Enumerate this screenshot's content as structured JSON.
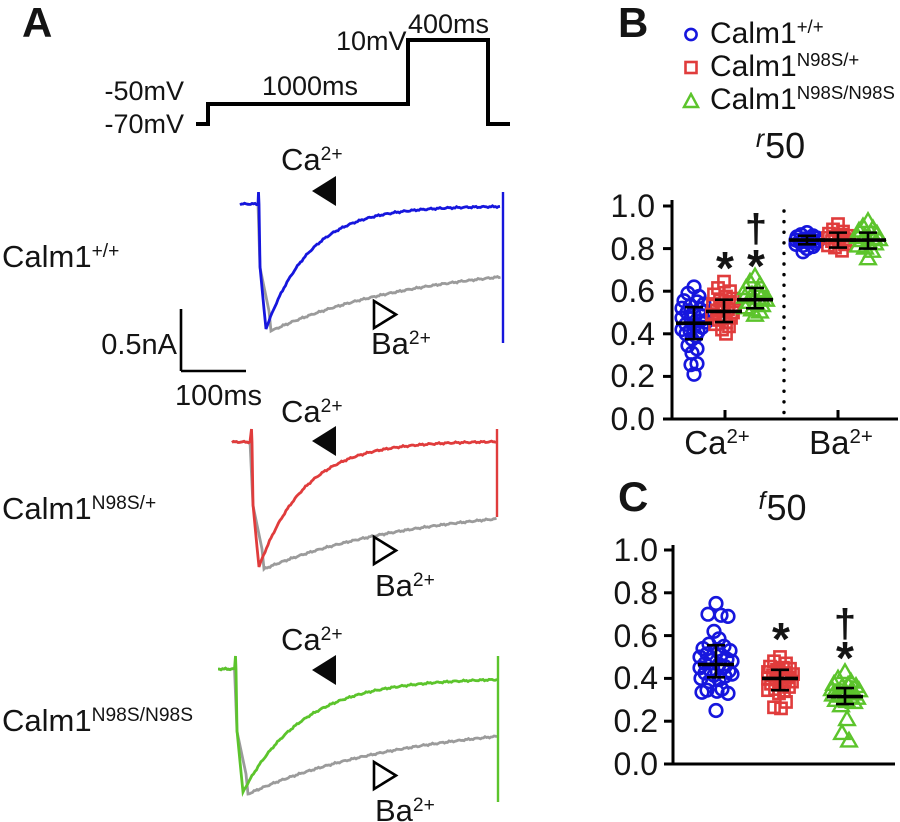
{
  "colors": {
    "blue": "#1616dd",
    "red": "#e03c3c",
    "green": "#5cc42c",
    "gray": "#9b9b9b",
    "black": "#000000"
  },
  "panels": {
    "A": {
      "letter": "A",
      "protocol": {
        "v_pre": "-50mV",
        "v_hold": "-70mV",
        "pre_duration": "1000ms",
        "v_test": "10mV",
        "test_duration": "400ms"
      },
      "scalebar": {
        "current": "0.5nA",
        "time": "100ms"
      },
      "ion_labels": {
        "ca_base": "Ca",
        "ca_sup": "2+",
        "ba_base": "Ba",
        "ba_sup": "2+"
      },
      "traces": [
        {
          "genotype_base": "Calm1",
          "genotype_sup": "+/+",
          "ca_color": "#1616dd",
          "ba_color": "#9b9b9b"
        },
        {
          "genotype_base": "Calm1",
          "genotype_sup": "N98S/+",
          "ca_color": "#e03c3c",
          "ba_color": "#9b9b9b"
        },
        {
          "genotype_base": "Calm1",
          "genotype_sup": "N98S/N98S",
          "ca_color": "#5cc42c",
          "ba_color": "#9b9b9b"
        }
      ]
    },
    "B": {
      "letter": "B",
      "legend": {
        "items": [
          {
            "base": "Calm1",
            "sup": "+/+",
            "marker": "circle",
            "color": "#1616dd"
          },
          {
            "base": "Calm1",
            "sup": "N98S/+",
            "marker": "square",
            "color": "#e03c3c"
          },
          {
            "base": "Calm1",
            "sup": "N98S/N98S",
            "marker": "triangle",
            "color": "#5cc42c"
          }
        ]
      }
    },
    "C": {
      "letter": "C"
    }
  },
  "chart_data": [
    {
      "id": "B",
      "type": "scatter",
      "title_sup": "r",
      "title_main": "50",
      "ylim": [
        0.0,
        1.0
      ],
      "yticks": [
        1.0,
        0.8,
        0.6,
        0.4,
        0.2,
        0.0
      ],
      "ytick_labels": [
        "1.0",
        "0.8",
        "0.6",
        "0.4",
        "0.2",
        "0.0"
      ],
      "categories": [
        "Ca2+",
        "Ba2+"
      ],
      "categories_display": [
        {
          "base": "Ca",
          "sup": "2+"
        },
        {
          "base": "Ba",
          "sup": "2+"
        }
      ],
      "separator": "dotted vertical line between Ca2+ and Ba2+",
      "legend_position": "above",
      "series": [
        {
          "name": "Calm1+/+",
          "group": "Ca2+",
          "marker": "circle",
          "color": "#1616dd",
          "mean": 0.45,
          "err_lo": 0.375,
          "err_hi": 0.525,
          "points": [
            [
              0,
              0.62
            ],
            [
              -6,
              0.59
            ],
            [
              5,
              0.575
            ],
            [
              -10,
              0.555
            ],
            [
              3,
              0.55
            ],
            [
              10,
              0.54
            ],
            [
              -4,
              0.53
            ],
            [
              -12,
              0.52
            ],
            [
              6,
              0.515
            ],
            [
              12,
              0.505
            ],
            [
              -7,
              0.5
            ],
            [
              0,
              0.49
            ],
            [
              8,
              0.485
            ],
            [
              -12,
              0.475
            ],
            [
              -3,
              0.47
            ],
            [
              6,
              0.46
            ],
            [
              12,
              0.455
            ],
            [
              -8,
              0.445
            ],
            [
              1,
              0.44
            ],
            [
              8,
              0.43
            ],
            [
              -12,
              0.42
            ],
            [
              -4,
              0.415
            ],
            [
              4,
              0.41
            ],
            [
              -8,
              0.4
            ],
            [
              2,
              0.39
            ],
            [
              -2,
              0.375
            ],
            [
              -6,
              0.345
            ],
            [
              3,
              0.33
            ],
            [
              -2,
              0.31
            ],
            [
              3,
              0.26
            ],
            [
              -3,
              0.255
            ],
            [
              0,
              0.21
            ]
          ]
        },
        {
          "name": "Calm1N98S/+",
          "group": "Ca2+",
          "marker": "square",
          "color": "#e03c3c",
          "mean": 0.505,
          "err_lo": 0.455,
          "err_hi": 0.56,
          "points": [
            [
              0,
              0.645
            ],
            [
              -6,
              0.615
            ],
            [
              6,
              0.6
            ],
            [
              -10,
              0.585
            ],
            [
              2,
              0.575
            ],
            [
              9,
              0.565
            ],
            [
              -4,
              0.555
            ],
            [
              5,
              0.55
            ],
            [
              -11,
              0.54
            ],
            [
              11,
              0.535
            ],
            [
              -2,
              0.525
            ],
            [
              4,
              0.515
            ],
            [
              -7,
              0.51
            ],
            [
              9,
              0.5
            ],
            [
              -12,
              0.49
            ],
            [
              0,
              0.485
            ],
            [
              7,
              0.475
            ],
            [
              -5,
              0.465
            ],
            [
              2,
              0.455
            ],
            [
              -9,
              0.445
            ],
            [
              5,
              0.435
            ],
            [
              -2,
              0.42
            ],
            [
              2,
              0.4
            ]
          ]
        },
        {
          "name": "Calm1N98S/N98S",
          "group": "Ca2+",
          "marker": "triangle",
          "color": "#5cc42c",
          "mean": 0.56,
          "err_lo": 0.52,
          "err_hi": 0.615,
          "points": [
            [
              0,
              0.67
            ],
            [
              -5,
              0.645
            ],
            [
              5,
              0.63
            ],
            [
              -9,
              0.615
            ],
            [
              3,
              0.605
            ],
            [
              9,
              0.595
            ],
            [
              -3,
              0.585
            ],
            [
              -10,
              0.575
            ],
            [
              6,
              0.57
            ],
            [
              11,
              0.56
            ],
            [
              -6,
              0.55
            ],
            [
              1,
              0.545
            ],
            [
              7,
              0.535
            ],
            [
              -10,
              0.525
            ],
            [
              -3,
              0.515
            ],
            [
              5,
              0.505
            ],
            [
              0,
              0.49
            ]
          ]
        },
        {
          "name": "Calm1+/+",
          "group": "Ba2+",
          "marker": "circle",
          "color": "#1616dd",
          "mean": 0.84,
          "err_lo": 0.82,
          "err_hi": 0.86,
          "points": [
            [
              0,
              0.875
            ],
            [
              -6,
              0.865
            ],
            [
              6,
              0.86
            ],
            [
              -10,
              0.855
            ],
            [
              3,
              0.85
            ],
            [
              10,
              0.85
            ],
            [
              -3,
              0.845
            ],
            [
              -11,
              0.84
            ],
            [
              5,
              0.84
            ],
            [
              11,
              0.835
            ],
            [
              -7,
              0.83
            ],
            [
              1,
              0.83
            ],
            [
              8,
              0.825
            ],
            [
              -11,
              0.82
            ],
            [
              -4,
              0.815
            ],
            [
              6,
              0.81
            ],
            [
              0,
              0.8
            ],
            [
              -4,
              0.785
            ]
          ]
        },
        {
          "name": "Calm1N98S/+",
          "group": "Ba2+",
          "marker": "square",
          "color": "#e03c3c",
          "mean": 0.84,
          "err_lo": 0.805,
          "err_hi": 0.875,
          "points": [
            [
              0,
              0.915
            ],
            [
              -5,
              0.89
            ],
            [
              5,
              0.88
            ],
            [
              -9,
              0.87
            ],
            [
              3,
              0.865
            ],
            [
              9,
              0.86
            ],
            [
              -3,
              0.855
            ],
            [
              -10,
              0.85
            ],
            [
              6,
              0.845
            ],
            [
              11,
              0.84
            ],
            [
              -6,
              0.835
            ],
            [
              1,
              0.83
            ],
            [
              7,
              0.82
            ],
            [
              -10,
              0.815
            ],
            [
              -3,
              0.805
            ],
            [
              4,
              0.79
            ]
          ]
        },
        {
          "name": "Calm1N98S/N98S",
          "group": "Ba2+",
          "marker": "triangle",
          "color": "#5cc42c",
          "mean": 0.84,
          "err_lo": 0.8,
          "err_hi": 0.875,
          "points": [
            [
              0,
              0.93
            ],
            [
              -5,
              0.905
            ],
            [
              5,
              0.895
            ],
            [
              -9,
              0.885
            ],
            [
              3,
              0.875
            ],
            [
              9,
              0.87
            ],
            [
              -3,
              0.86
            ],
            [
              -10,
              0.855
            ],
            [
              6,
              0.85
            ],
            [
              11,
              0.845
            ],
            [
              -6,
              0.84
            ],
            [
              1,
              0.83
            ],
            [
              7,
              0.825
            ],
            [
              -10,
              0.815
            ],
            [
              -3,
              0.805
            ],
            [
              4,
              0.79
            ],
            [
              0,
              0.755
            ]
          ]
        }
      ],
      "annotations": [
        {
          "series": "Calm1N98S/+",
          "group": "Ca2+",
          "symbol": "*"
        },
        {
          "series": "Calm1N98S/N98S",
          "group": "Ca2+",
          "symbol": "†"
        },
        {
          "series": "Calm1N98S/N98S",
          "group": "Ca2+",
          "symbol": "*"
        }
      ]
    },
    {
      "id": "C",
      "type": "scatter",
      "title_sup": "f",
      "title_main": "50",
      "ylim": [
        0.0,
        1.0
      ],
      "yticks": [
        1.0,
        0.8,
        0.6,
        0.4,
        0.2,
        0.0
      ],
      "ytick_labels": [
        "1.0",
        "0.8",
        "0.6",
        "0.4",
        "0.2",
        "0.0"
      ],
      "categories": [
        "Ca2+"
      ],
      "series": [
        {
          "name": "Calm1+/+",
          "marker": "circle",
          "color": "#1616dd",
          "mean": 0.465,
          "err_lo": 0.405,
          "err_hi": 0.555,
          "points": [
            [
              0,
              0.75
            ],
            [
              -8,
              0.7
            ],
            [
              5,
              0.695
            ],
            [
              12,
              0.69
            ],
            [
              -2,
              0.62
            ],
            [
              3,
              0.585
            ],
            [
              -7,
              0.56
            ],
            [
              8,
              0.55
            ],
            [
              -13,
              0.54
            ],
            [
              1,
              0.535
            ],
            [
              14,
              0.53
            ],
            [
              -9,
              0.515
            ],
            [
              5,
              0.51
            ],
            [
              -16,
              0.5
            ],
            [
              11,
              0.49
            ],
            [
              -4,
              0.485
            ],
            [
              16,
              0.48
            ],
            [
              -11,
              0.47
            ],
            [
              3,
              0.465
            ],
            [
              9,
              0.455
            ],
            [
              -16,
              0.45
            ],
            [
              -6,
              0.44
            ],
            [
              13,
              0.435
            ],
            [
              -11,
              0.425
            ],
            [
              16,
              0.42
            ],
            [
              -2,
              0.415
            ],
            [
              9,
              0.41
            ],
            [
              -15,
              0.4
            ],
            [
              3,
              0.395
            ],
            [
              -7,
              0.385
            ],
            [
              6,
              0.35
            ],
            [
              -9,
              0.345
            ],
            [
              1,
              0.34
            ],
            [
              -14,
              0.335
            ],
            [
              12,
              0.33
            ],
            [
              0,
              0.25
            ]
          ]
        },
        {
          "name": "Calm1N98S/+",
          "marker": "square",
          "color": "#e03c3c",
          "mean": 0.4,
          "err_lo": 0.345,
          "err_hi": 0.44,
          "points": [
            [
              0,
              0.5
            ],
            [
              -6,
              0.48
            ],
            [
              6,
              0.47
            ],
            [
              -10,
              0.455
            ],
            [
              3,
              0.45
            ],
            [
              10,
              0.445
            ],
            [
              -3,
              0.44
            ],
            [
              -12,
              0.43
            ],
            [
              6,
              0.425
            ],
            [
              13,
              0.42
            ],
            [
              -7,
              0.415
            ],
            [
              1,
              0.41
            ],
            [
              8,
              0.405
            ],
            [
              -12,
              0.4
            ],
            [
              -4,
              0.395
            ],
            [
              5,
              0.39
            ],
            [
              12,
              0.385
            ],
            [
              -9,
              0.375
            ],
            [
              2,
              0.37
            ],
            [
              9,
              0.36
            ],
            [
              -5,
              0.35
            ],
            [
              -12,
              0.345
            ],
            [
              4,
              0.34
            ],
            [
              -1,
              0.33
            ],
            [
              6,
              0.29
            ],
            [
              -6,
              0.265
            ],
            [
              1,
              0.26
            ]
          ]
        },
        {
          "name": "Calm1N98S/N98S",
          "marker": "triangle",
          "color": "#5cc42c",
          "mean": 0.315,
          "err_lo": 0.28,
          "err_hi": 0.355,
          "points": [
            [
              0,
              0.43
            ],
            [
              -7,
              0.4
            ],
            [
              6,
              0.385
            ],
            [
              -11,
              0.375
            ],
            [
              3,
              0.37
            ],
            [
              11,
              0.365
            ],
            [
              -3,
              0.36
            ],
            [
              -13,
              0.35
            ],
            [
              7,
              0.35
            ],
            [
              14,
              0.345
            ],
            [
              -7,
              0.34
            ],
            [
              1,
              0.335
            ],
            [
              8,
              0.33
            ],
            [
              -12,
              0.325
            ],
            [
              -4,
              0.32
            ],
            [
              5,
              0.315
            ],
            [
              12,
              0.31
            ],
            [
              -9,
              0.3
            ],
            [
              2,
              0.295
            ],
            [
              9,
              0.29
            ],
            [
              -4,
              0.275
            ],
            [
              2,
              0.21
            ],
            [
              -3,
              0.145
            ],
            [
              4,
              0.11
            ]
          ]
        }
      ],
      "annotations": [
        {
          "series": "Calm1N98S/+",
          "symbol": "*"
        },
        {
          "series": "Calm1N98S/N98S",
          "symbol": "†"
        },
        {
          "series": "Calm1N98S/N98S",
          "symbol": "*"
        }
      ]
    }
  ]
}
